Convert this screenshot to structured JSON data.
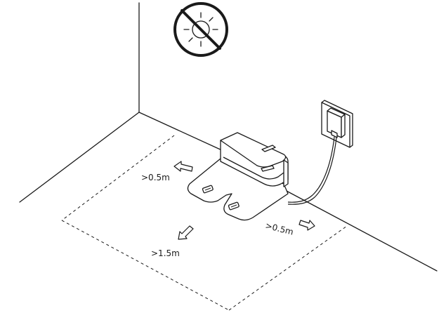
{
  "labels": {
    "rear_clearance": ">0.5m",
    "side_clearance": ">0.5m",
    "front_clearance": ">1.5m"
  },
  "icons": {
    "warning": "no-direct-sunlight-icon"
  },
  "colors": {
    "ink": "#1a1a1a",
    "background": "#ffffff",
    "base_face": "#f5f5f5",
    "base_top": "#ffffff"
  }
}
